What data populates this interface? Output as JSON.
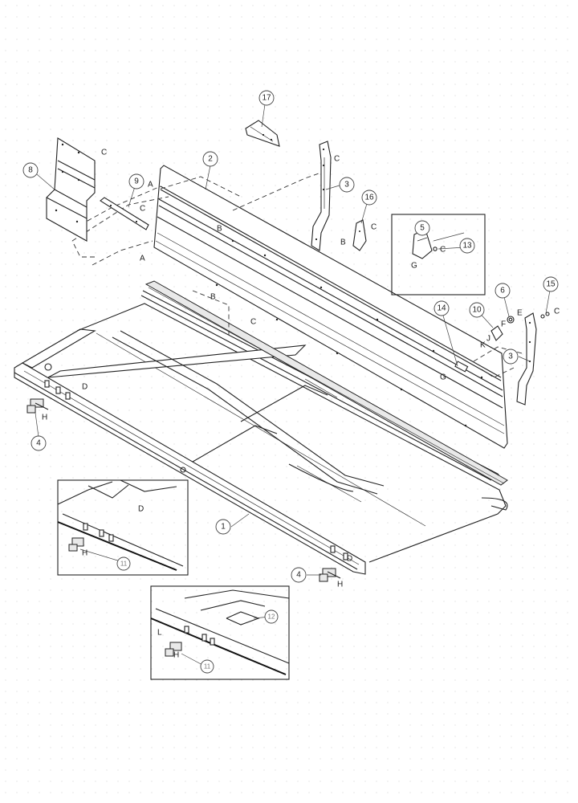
{
  "callouts": {
    "c1": "1",
    "c2": "2",
    "c3a": "3",
    "c3b": "3",
    "c4a": "4",
    "c4b": "4",
    "c5": "5",
    "c6": "6",
    "c8": "8",
    "c9": "9",
    "c10": "10",
    "c11": "11",
    "c12": "12",
    "c13": "13",
    "c14": "14",
    "c15": "15",
    "c16": "16",
    "c17": "17"
  },
  "labels": {
    "A": "A",
    "B": "B",
    "C": "C",
    "D": "D",
    "E": "E",
    "F": "F",
    "G": "G",
    "H": "H",
    "J": "J",
    "K": "K",
    "L": "L"
  }
}
